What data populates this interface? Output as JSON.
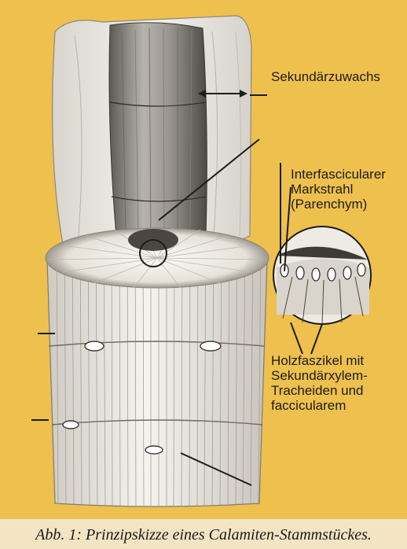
{
  "labels": {
    "secondary_growth": "Sekundärzuwachs",
    "ray_line1": "Interfascicularer",
    "ray_line2": "Markstrahl",
    "ray_line3": "(Parenchym)",
    "bundle_line1": "Holzfaszikel mit",
    "bundle_line2": "Sekundärxylem-",
    "bundle_line3": "Tracheiden und",
    "bundle_line4": "faccicularem"
  },
  "caption": "Abb. 1: Prinzipskizze eines Calamiten-Stammstückes.",
  "colors": {
    "background": "#eec04d",
    "caption_band": "#f3e5c3",
    "stem": "#ece9e3",
    "line": "#1c1c1c"
  }
}
